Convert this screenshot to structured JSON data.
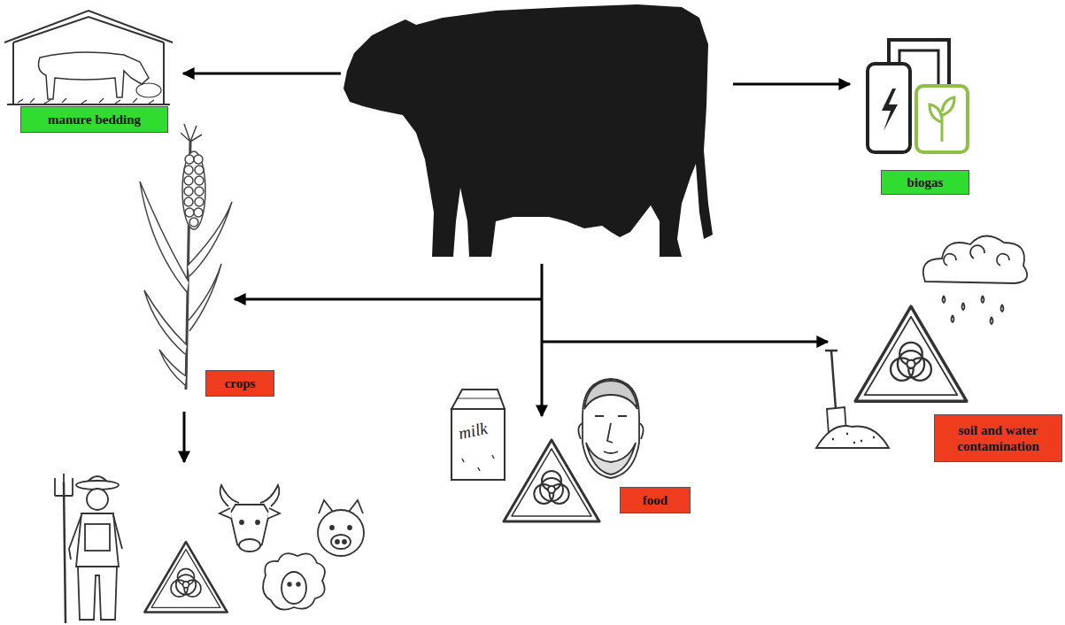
{
  "diagram": {
    "nodes": [
      {
        "text": [
          "manure bedding"
        ]
      },
      {
        "text": [
          "biogas"
        ]
      },
      {
        "text": [
          "crops"
        ]
      },
      {
        "text": [
          "food"
        ]
      },
      {
        "text": [
          "soil and water contamination"
        ]
      }
    ],
    "labels": [
      "milk"
    ]
  }
}
